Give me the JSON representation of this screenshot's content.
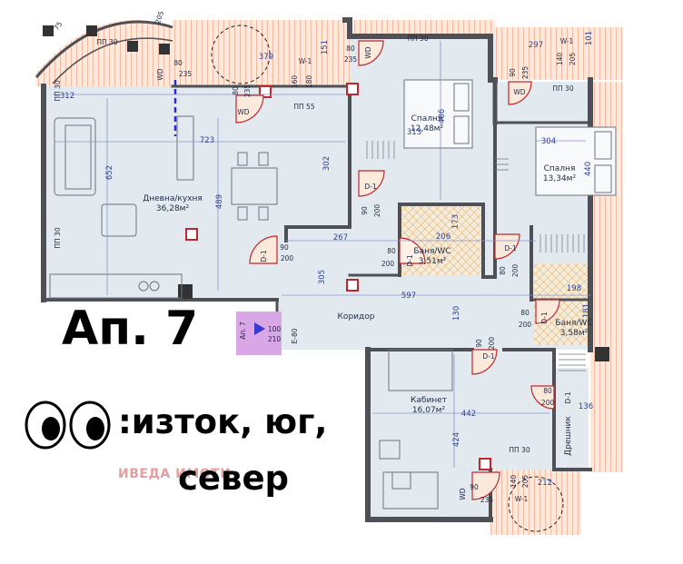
{
  "apartment_label": "Ап. 7",
  "orientation_line1": ":изток, юг,",
  "orientation_line2": "север",
  "watermark": "ИВЕДА ИМОТИ",
  "rooms": {
    "living": {
      "name": "Дневна/кухня",
      "area": "36,28м²"
    },
    "bedroom1": {
      "name": "Спалня",
      "area": "12,48м²"
    },
    "bedroom2": {
      "name": "Спалня",
      "area": "13,34м²"
    },
    "bath1": {
      "name": "Баня/WC",
      "area": "3,51м²"
    },
    "bath2": {
      "name": "Баня/WC",
      "area": "3,58м²"
    },
    "corridor": {
      "name": "Коридор"
    },
    "study": {
      "name": "Кабинет",
      "area": "16,07м²"
    },
    "wardrobe": {
      "name": "Дрешник"
    }
  },
  "entrance": {
    "label": "Ап. 7",
    "door": "Е-80",
    "w": "100",
    "h": "210"
  },
  "tags": {
    "pp30": "ПП 30",
    "pp55": "ПП 55",
    "w1": "W-1",
    "wd": "WD",
    "d1": "D-1"
  },
  "dims": {
    "d723": "723",
    "d652": "652",
    "d489": "489",
    "d312": "312",
    "d302": "302",
    "d267": "267",
    "d305": "305",
    "d406": "406",
    "d313": "313",
    "d304": "304",
    "d440": "440",
    "d597": "597",
    "d130": "130",
    "d442": "442",
    "d424": "424",
    "d206": "206",
    "d173": "173",
    "d198": "198",
    "d181": "181",
    "d136": "136",
    "d379": "379",
    "d297": "297",
    "d212": "212",
    "d151": "151",
    "d101": "101",
    "n80": "80",
    "n90": "90",
    "n200": "200",
    "n235": "235",
    "n160": "160",
    "n180": "180",
    "n140": "140",
    "n205": "205",
    "n75": "75"
  }
}
